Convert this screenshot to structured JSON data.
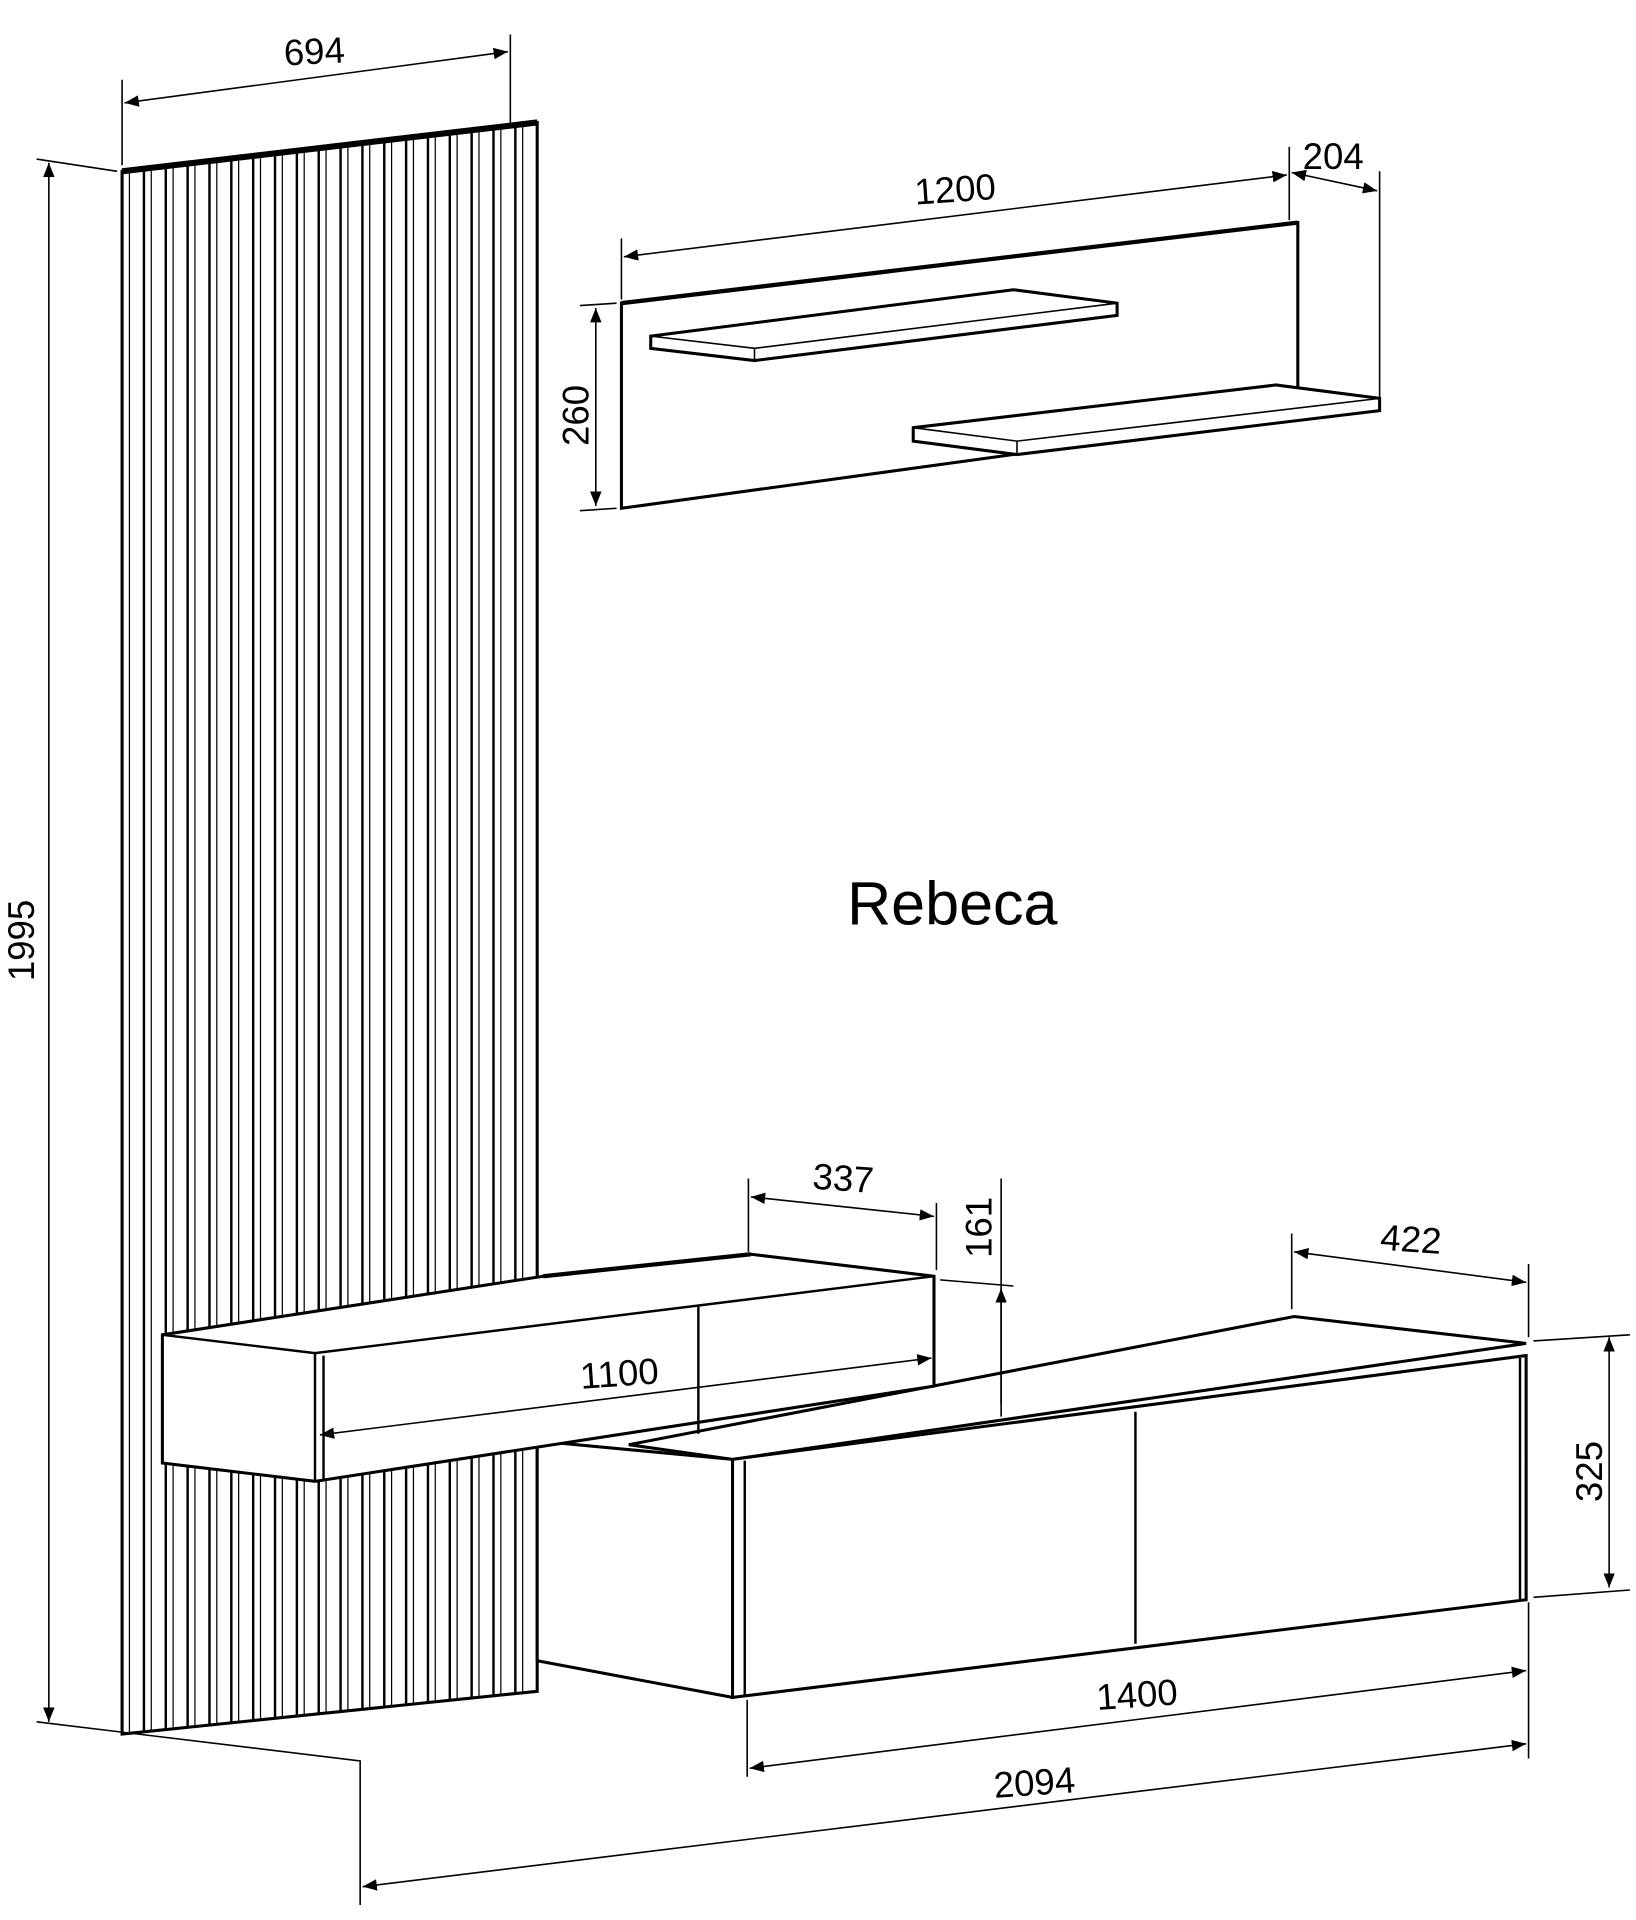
{
  "title": "Rebeca",
  "dimensions": {
    "slat_panel_width": "694",
    "total_height": "1995",
    "wall_shelf_width": "1200",
    "wall_shelf_depth": "204",
    "wall_shelf_height": "260",
    "upper_cabinet_depth": "337",
    "upper_cabinet_height": "161",
    "upper_cabinet_width": "1100",
    "lower_cabinet_depth": "422",
    "lower_cabinet_height": "325",
    "lower_cabinet_width": "1400",
    "total_width": "2094"
  },
  "colors": {
    "line": "#000000",
    "background": "#ffffff"
  }
}
